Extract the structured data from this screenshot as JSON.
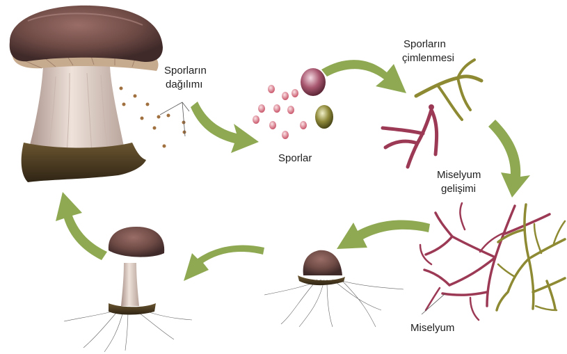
{
  "labels": {
    "spore_dispersal_line1": "Sporların",
    "spore_dispersal_line2": "dağılımı",
    "spores": "Sporlar",
    "germination_line1": "Sporların",
    "germination_line2": "çimlenmesi",
    "mycelium_dev_line1": "Miselyum",
    "mycelium_dev_line2": "gelişimi",
    "mycelium": "Miselyum"
  },
  "colors": {
    "cycle_arrow": "#8fa953",
    "mushroom_cap": "#6e4a45",
    "mushroom_stem": "#d8c9c2",
    "mushroom_volva": "#4a3a20",
    "hyphae_red": "#9c3a56",
    "hyphae_olive": "#8d8a33",
    "spore_pink": "#d97a86",
    "spore_dot": "#a0703f"
  }
}
